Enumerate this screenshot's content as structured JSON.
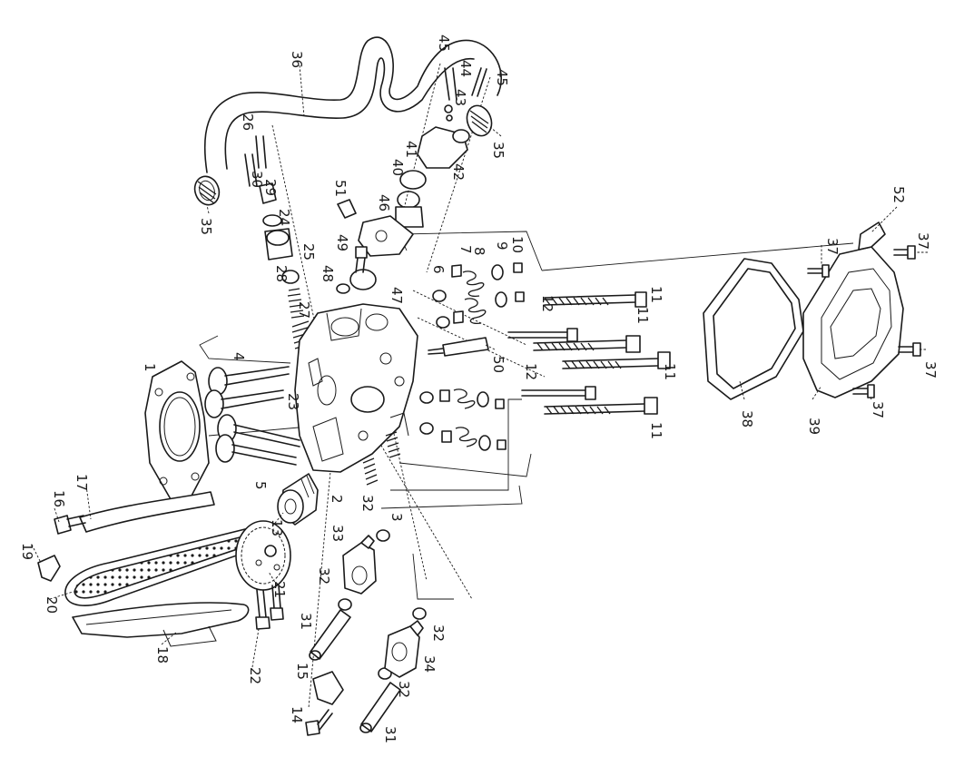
{
  "diagram": {
    "callouts": [
      {
        "id": "c1",
        "text": "1"
      },
      {
        "id": "c2",
        "text": "2"
      },
      {
        "id": "c3",
        "text": "3"
      },
      {
        "id": "c4",
        "text": "4"
      },
      {
        "id": "c5",
        "text": "5"
      },
      {
        "id": "c6",
        "text": "6"
      },
      {
        "id": "c7",
        "text": "7"
      },
      {
        "id": "c8",
        "text": "8"
      },
      {
        "id": "c9",
        "text": "9"
      },
      {
        "id": "c10",
        "text": "10"
      },
      {
        "id": "c11a",
        "text": "11"
      },
      {
        "id": "c11b",
        "text": "11"
      },
      {
        "id": "c11c",
        "text": "11"
      },
      {
        "id": "c11d",
        "text": "11"
      },
      {
        "id": "c12a",
        "text": "12"
      },
      {
        "id": "c12b",
        "text": "12"
      },
      {
        "id": "c13",
        "text": "13"
      },
      {
        "id": "c14",
        "text": "14"
      },
      {
        "id": "c15",
        "text": "15"
      },
      {
        "id": "c16",
        "text": "16"
      },
      {
        "id": "c17",
        "text": "17"
      },
      {
        "id": "c18",
        "text": "18"
      },
      {
        "id": "c19",
        "text": "19"
      },
      {
        "id": "c20",
        "text": "20"
      },
      {
        "id": "c21",
        "text": "21"
      },
      {
        "id": "c22",
        "text": "22"
      },
      {
        "id": "c23",
        "text": "23"
      },
      {
        "id": "c24",
        "text": "24"
      },
      {
        "id": "c25",
        "text": "25"
      },
      {
        "id": "c26",
        "text": "26"
      },
      {
        "id": "c27",
        "text": "27"
      },
      {
        "id": "c28",
        "text": "28"
      },
      {
        "id": "c29",
        "text": "29"
      },
      {
        "id": "c30",
        "text": "30"
      },
      {
        "id": "c31a",
        "text": "31"
      },
      {
        "id": "c31b",
        "text": "31"
      },
      {
        "id": "c32a",
        "text": "32"
      },
      {
        "id": "c32b",
        "text": "32"
      },
      {
        "id": "c32c",
        "text": "32"
      },
      {
        "id": "c32d",
        "text": "32"
      },
      {
        "id": "c33",
        "text": "33"
      },
      {
        "id": "c34",
        "text": "34"
      },
      {
        "id": "c35a",
        "text": "35"
      },
      {
        "id": "c35b",
        "text": "35"
      },
      {
        "id": "c36",
        "text": "36"
      },
      {
        "id": "c37a",
        "text": "37"
      },
      {
        "id": "c37b",
        "text": "37"
      },
      {
        "id": "c37c",
        "text": "37"
      },
      {
        "id": "c37d",
        "text": "37"
      },
      {
        "id": "c38",
        "text": "38"
      },
      {
        "id": "c39",
        "text": "39"
      },
      {
        "id": "c40",
        "text": "40"
      },
      {
        "id": "c41",
        "text": "41"
      },
      {
        "id": "c42",
        "text": "42"
      },
      {
        "id": "c43",
        "text": "43"
      },
      {
        "id": "c44",
        "text": "44"
      },
      {
        "id": "c45a",
        "text": "45"
      },
      {
        "id": "c45b",
        "text": "45"
      },
      {
        "id": "c46",
        "text": "46"
      },
      {
        "id": "c47",
        "text": "47"
      },
      {
        "id": "c48",
        "text": "48"
      },
      {
        "id": "c49",
        "text": "49"
      },
      {
        "id": "c50",
        "text": "50"
      },
      {
        "id": "c51",
        "text": "51"
      },
      {
        "id": "c52",
        "text": "52"
      }
    ]
  }
}
